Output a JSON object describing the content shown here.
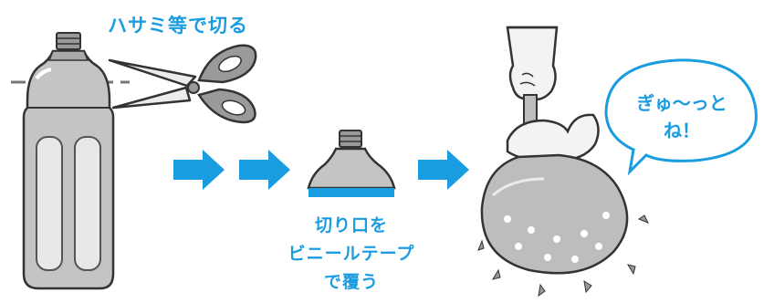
{
  "steps": {
    "cut_instruction": "ハサミ等で切る",
    "cover_instruction": [
      "切り口を",
      "ビニールテープ",
      "で覆う"
    ],
    "speech_bubble": [
      "ぎゅ〜っと",
      "ね！"
    ]
  },
  "icons": [
    "bottle-icon",
    "scissors-icon",
    "arrow-right-icon",
    "bottle-top-icon",
    "hand-icon",
    "balloon-icon"
  ],
  "colors": {
    "accent": "#1a9de0",
    "illustration_gray": "#b5b5b5",
    "outline": "#333333"
  }
}
